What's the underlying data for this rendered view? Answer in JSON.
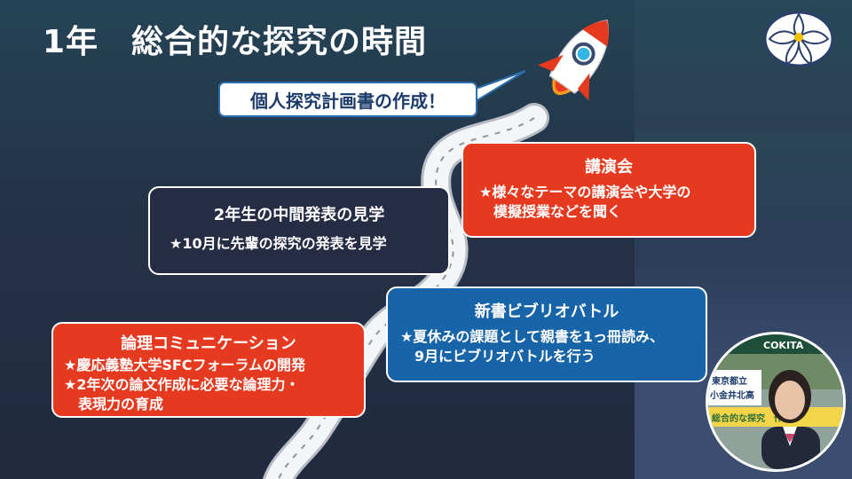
{
  "slide": {
    "title": "1年　総合的な探究の時間",
    "callout": "個人探究計画書の作成！"
  },
  "boxes": {
    "kouenkai": {
      "title": "講演会",
      "lines": [
        "★様々なテーマの講演会や大学の",
        "　模擬授業などを聞く"
      ]
    },
    "chuukan": {
      "title": "2年生の中間発表の見学",
      "lines": [
        "★10月に先輩の探究の発表を見学"
      ]
    },
    "biblio": {
      "title": "新書ビブリオバトル",
      "lines": [
        "★夏休みの課題として親書を1っ冊読み、",
        "　9月にビブリオバトルを行う"
      ]
    },
    "ronri": {
      "title": "論理コミュニケーション",
      "lines": [
        "★慶応義塾大学SFCフォーラムの開発",
        "★2年次の論文作成に必要な論理力・",
        "　表現力の育成"
      ]
    }
  },
  "presenter": {
    "banner_top": "COKITA",
    "sign_line1": "東京都立",
    "sign_line2": "小金井北高",
    "sign_line3": "総合的な探究　作品"
  },
  "colors": {
    "red_box": "#e53a1f",
    "blue_box": "#1864a8",
    "dark_box": "#262c43",
    "callout_border": "#2b6fb0"
  }
}
